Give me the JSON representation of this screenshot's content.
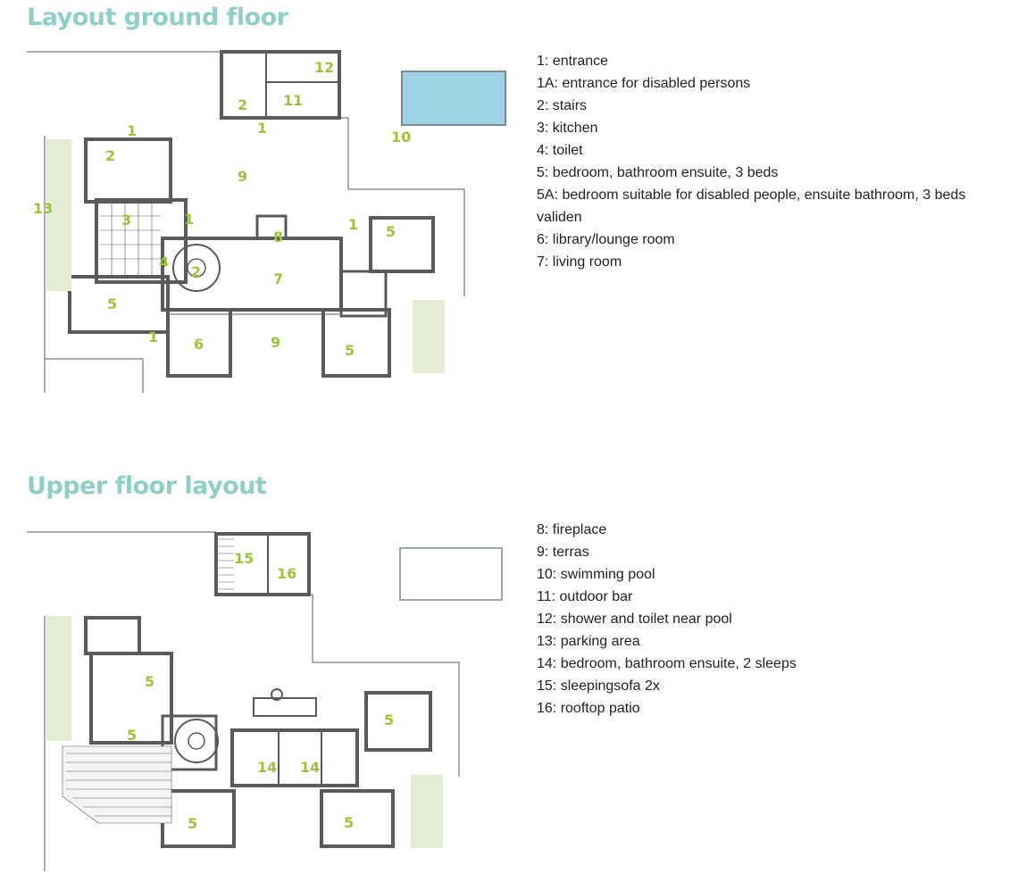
{
  "colors": {
    "title": "#8fcfc8",
    "room_label": "#9bc43a",
    "wall": "#5a5a5a",
    "parking": "#e4ecd6",
    "pool_fill": "#9fd2e4",
    "legend_text": "#222222"
  },
  "ground_floor": {
    "title": "Layout ground floor",
    "legend": [
      "1: entrance",
      "1A: entrance for disabled persons",
      "2: stairs",
      "3: kitchen",
      "4: toilet",
      "5: bedroom, bathroom ensuite, 3 beds",
      "5A: bedroom suitable for disabled people, ensuite bathroom, 3 beds validen",
      "6: library/lounge room",
      "7: living room"
    ],
    "plan_labels": [
      "12",
      "11",
      "2",
      "1",
      "10",
      "1",
      "9",
      "2",
      "13",
      "3",
      "1",
      "1",
      "5",
      "4",
      "8",
      "2",
      "7",
      "5",
      "1",
      "6",
      "9",
      "5"
    ]
  },
  "upper_floor": {
    "title": "Upper floor layout",
    "legend": [
      "8: fireplace",
      "9: terras",
      "10: swimming pool",
      "11: outdoor bar",
      "12: shower and toilet near pool",
      "13: parking area",
      "14: bedroom, bathroom ensuite, 2 sleeps",
      "15: sleepingsofa 2x",
      "16: rooftop patio"
    ],
    "plan_labels": [
      "15",
      "16",
      "5",
      "5",
      "5",
      "14",
      "14",
      "5",
      "5"
    ]
  }
}
